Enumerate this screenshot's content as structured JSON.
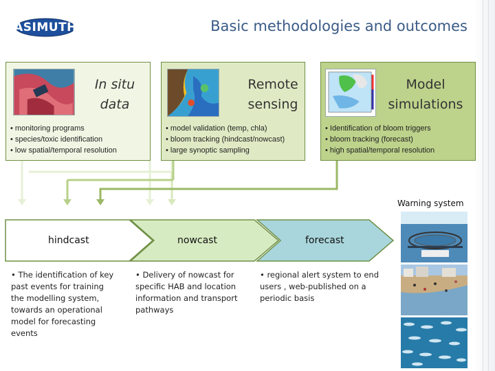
{
  "header": {
    "logo_text": "ASIMUTH",
    "title": "Basic methodologies and outcomes"
  },
  "boxes": [
    {
      "title_line1": "In situ",
      "title_line2": "data",
      "bullets": [
        "• monitoring programs",
        "• species/toxic identification",
        "• low spatial/temporal resolution"
      ]
    },
    {
      "title_line1": "Remote",
      "title_line2": "sensing",
      "bullets": [
        "• model validation (temp, chla)",
        "• bloom tracking (hindcast/nowcast)",
        "• large synoptic sampling"
      ]
    },
    {
      "title_line1": "Model",
      "title_line2": "simulations",
      "bullets": [
        "• Identification of bloom triggers",
        "•  bloom tracking (forecast)",
        "• high spatial/temporal resolution"
      ]
    }
  ],
  "warning_label": "Warning system",
  "outcomes": [
    {
      "label": "hindcast",
      "text": [
        "• The identification of key",
        "past events for training",
        "the modelling system,",
        "towards an operational",
        "model for forecasting",
        "events"
      ]
    },
    {
      "label": "nowcast",
      "text": [
        "• Delivery of nowcast for",
        "specific HAB and location",
        "information and transport",
        "pathways"
      ]
    },
    {
      "label": "forecast",
      "text": [
        "• regional alert system to end",
        "users , web-published on a",
        "periodic basis"
      ]
    }
  ],
  "colors": {
    "title": "#3a5a86",
    "box1": "#f1f6e4",
    "box2": "#dfeac4",
    "box3": "#bdd28b",
    "arrow_hindcast": "#ffffff",
    "arrow_nowcast": "#d7ebc2",
    "arrow_forecast": "#a9d6dc",
    "arrow_border": "#6f8f45"
  }
}
